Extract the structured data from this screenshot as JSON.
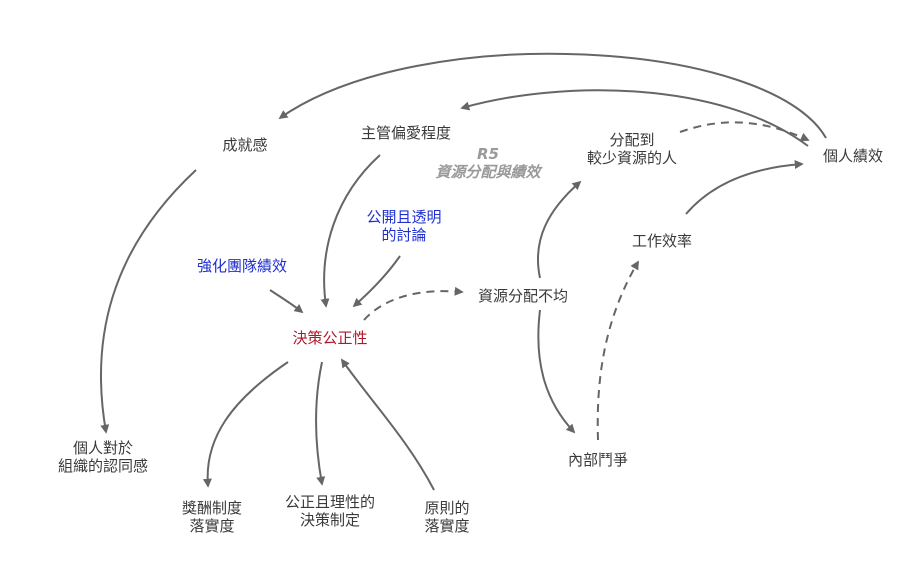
{
  "colors": {
    "arrow": "#666666",
    "text": "#3a3a3a",
    "intervention": "#1f2fd0",
    "focus": "#b0182e",
    "loop_label": "#9a9a9a"
  },
  "nodes": {
    "achievement": "成就感",
    "supervisor_bias": "主管偏愛程度",
    "fewer_resources": [
      "分配到",
      "較少資源的人"
    ],
    "personal_performance": "個人績效",
    "team_performance": "強化團隊績效",
    "open_discussion": [
      "公開且透明",
      "的討論"
    ],
    "decision_fairness": "決策公正性",
    "uneven_allocation": "資源分配不均",
    "work_efficiency": "工作效率",
    "identity": [
      "個人對於",
      "組織的認同感"
    ],
    "reward_system": [
      "獎酬制度",
      "落實度"
    ],
    "rational_decision": [
      "公正且理性的",
      "決策制定"
    ],
    "principle": [
      "原則的",
      "落實度"
    ],
    "internal_conflict": "內部鬥爭"
  },
  "loop": {
    "id": "R5",
    "name": "資源分配與績效"
  }
}
